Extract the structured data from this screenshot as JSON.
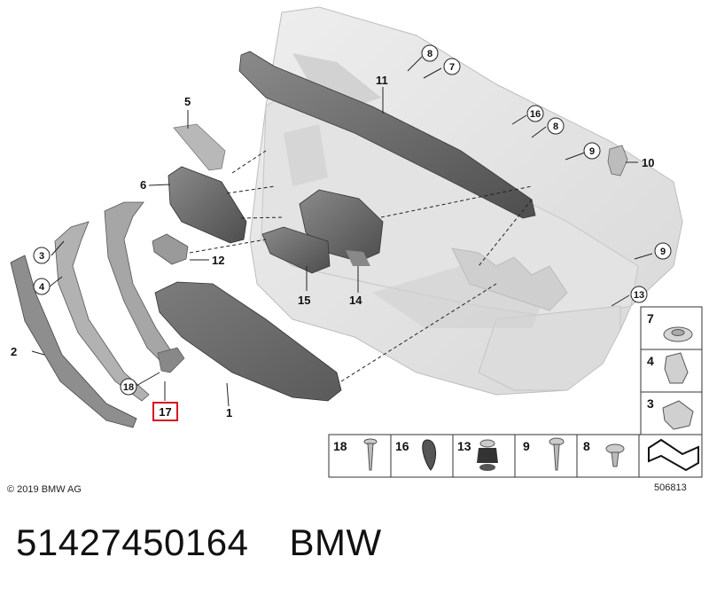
{
  "diagram": {
    "copyright": "© 2019 BMW AG",
    "image_number": "506813",
    "highlight_color": "#d9161f",
    "callouts": {
      "c1": "1",
      "c2": "2",
      "c3": "3",
      "c4": "4",
      "c5": "5",
      "c6": "6",
      "c7": "7",
      "c8a": "8",
      "c8b": "8",
      "c9a": "9",
      "c9b": "9",
      "c10": "10",
      "c11": "11",
      "c12": "12",
      "c13": "13",
      "c14": "14",
      "c15": "15",
      "c16": "16",
      "c17": "17",
      "c18": "18"
    },
    "side_legend": [
      "7",
      "4",
      "3"
    ],
    "bottom_legend": [
      "18",
      "16",
      "13",
      "9",
      "8"
    ]
  },
  "caption": {
    "part_number": "51427450164",
    "brand": "BMW"
  }
}
